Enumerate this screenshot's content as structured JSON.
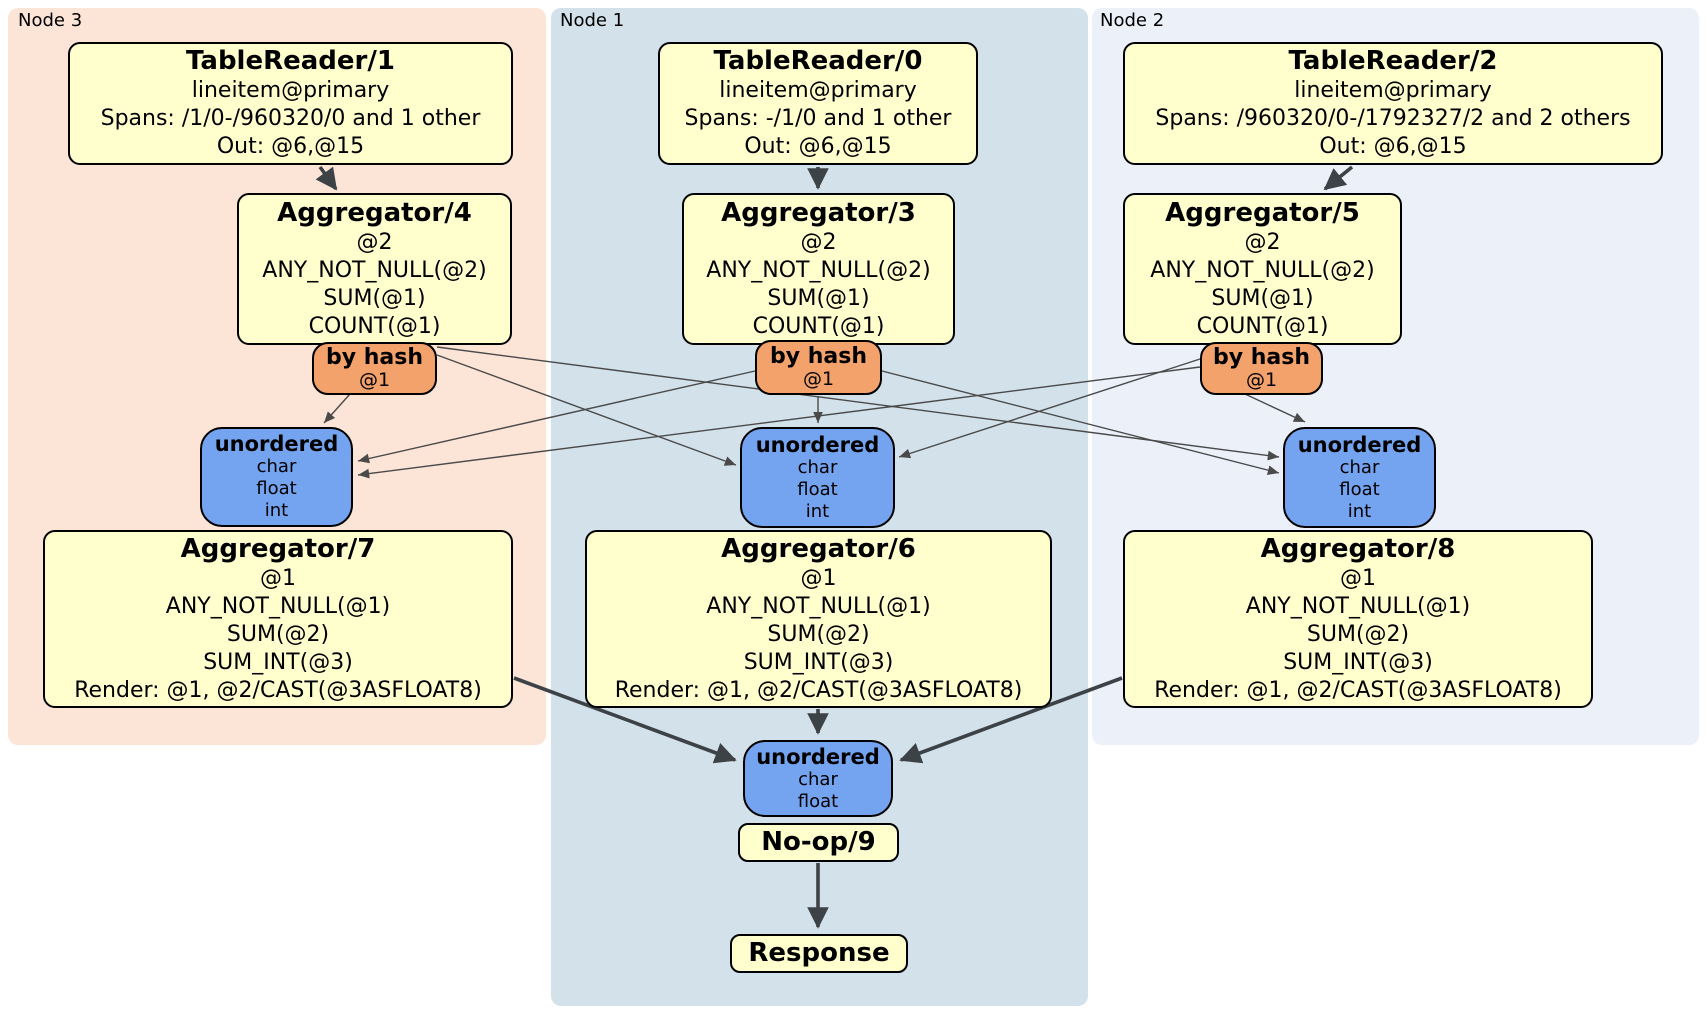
{
  "diagram": {
    "colors": {
      "node3_bg": "#fce4d6",
      "node1_bg": "#d2e1ea",
      "node2_bg": "#ebf0f9",
      "processor_fill": "#ffffcd",
      "router_fill": "#f4a26c",
      "sync_fill": "#74a3f0",
      "edge_thin": "#4a4a4a",
      "edge_thick": "#3d4247"
    },
    "node3": {
      "label": "Node 3",
      "table_reader": {
        "title": "TableReader/1",
        "table": "lineitem@primary",
        "spans": "Spans: /1/0-/960320/0 and 1 other",
        "out": "Out: @6,@15"
      },
      "group_aggregator": {
        "title": "Aggregator/4",
        "lines": [
          "@2",
          "ANY_NOT_NULL(@2)",
          "SUM(@1)",
          "COUNT(@1)"
        ]
      },
      "router": {
        "title": "by hash",
        "key": "@1"
      },
      "sync": {
        "title": "unordered",
        "columns": [
          "char",
          "float",
          "int"
        ]
      },
      "final_aggregator": {
        "title": "Aggregator/7",
        "lines": [
          "@1",
          "ANY_NOT_NULL(@1)",
          "SUM(@2)",
          "SUM_INT(@3)",
          "Render: @1, @2/CAST(@3ASFLOAT8)"
        ]
      }
    },
    "node1": {
      "label": "Node 1",
      "table_reader": {
        "title": "TableReader/0",
        "table": "lineitem@primary",
        "spans": "Spans: -/1/0 and 1 other",
        "out": "Out: @6,@15"
      },
      "group_aggregator": {
        "title": "Aggregator/3",
        "lines": [
          "@2",
          "ANY_NOT_NULL(@2)",
          "SUM(@1)",
          "COUNT(@1)"
        ]
      },
      "router": {
        "title": "by hash",
        "key": "@1"
      },
      "sync": {
        "title": "unordered",
        "columns": [
          "char",
          "float",
          "int"
        ]
      },
      "final_aggregator": {
        "title": "Aggregator/6",
        "lines": [
          "@1",
          "ANY_NOT_NULL(@1)",
          "SUM(@2)",
          "SUM_INT(@3)",
          "Render: @1, @2/CAST(@3ASFLOAT8)"
        ]
      },
      "merge_sync": {
        "title": "unordered",
        "columns": [
          "char",
          "float"
        ]
      },
      "noop": {
        "title": "No-op/9"
      },
      "response": {
        "title": "Response"
      }
    },
    "node2": {
      "label": "Node 2",
      "table_reader": {
        "title": "TableReader/2",
        "table": "lineitem@primary",
        "spans": "Spans: /960320/0-/1792327/2 and 2 others",
        "out": "Out: @6,@15"
      },
      "group_aggregator": {
        "title": "Aggregator/5",
        "lines": [
          "@2",
          "ANY_NOT_NULL(@2)",
          "SUM(@1)",
          "COUNT(@1)"
        ]
      },
      "router": {
        "title": "by hash",
        "key": "@1"
      },
      "sync": {
        "title": "unordered",
        "columns": [
          "char",
          "float",
          "int"
        ]
      },
      "final_aggregator": {
        "title": "Aggregator/8",
        "lines": [
          "@1",
          "ANY_NOT_NULL(@1)",
          "SUM(@2)",
          "SUM_INT(@3)",
          "Render: @1, @2/CAST(@3ASFLOAT8)"
        ]
      }
    }
  }
}
